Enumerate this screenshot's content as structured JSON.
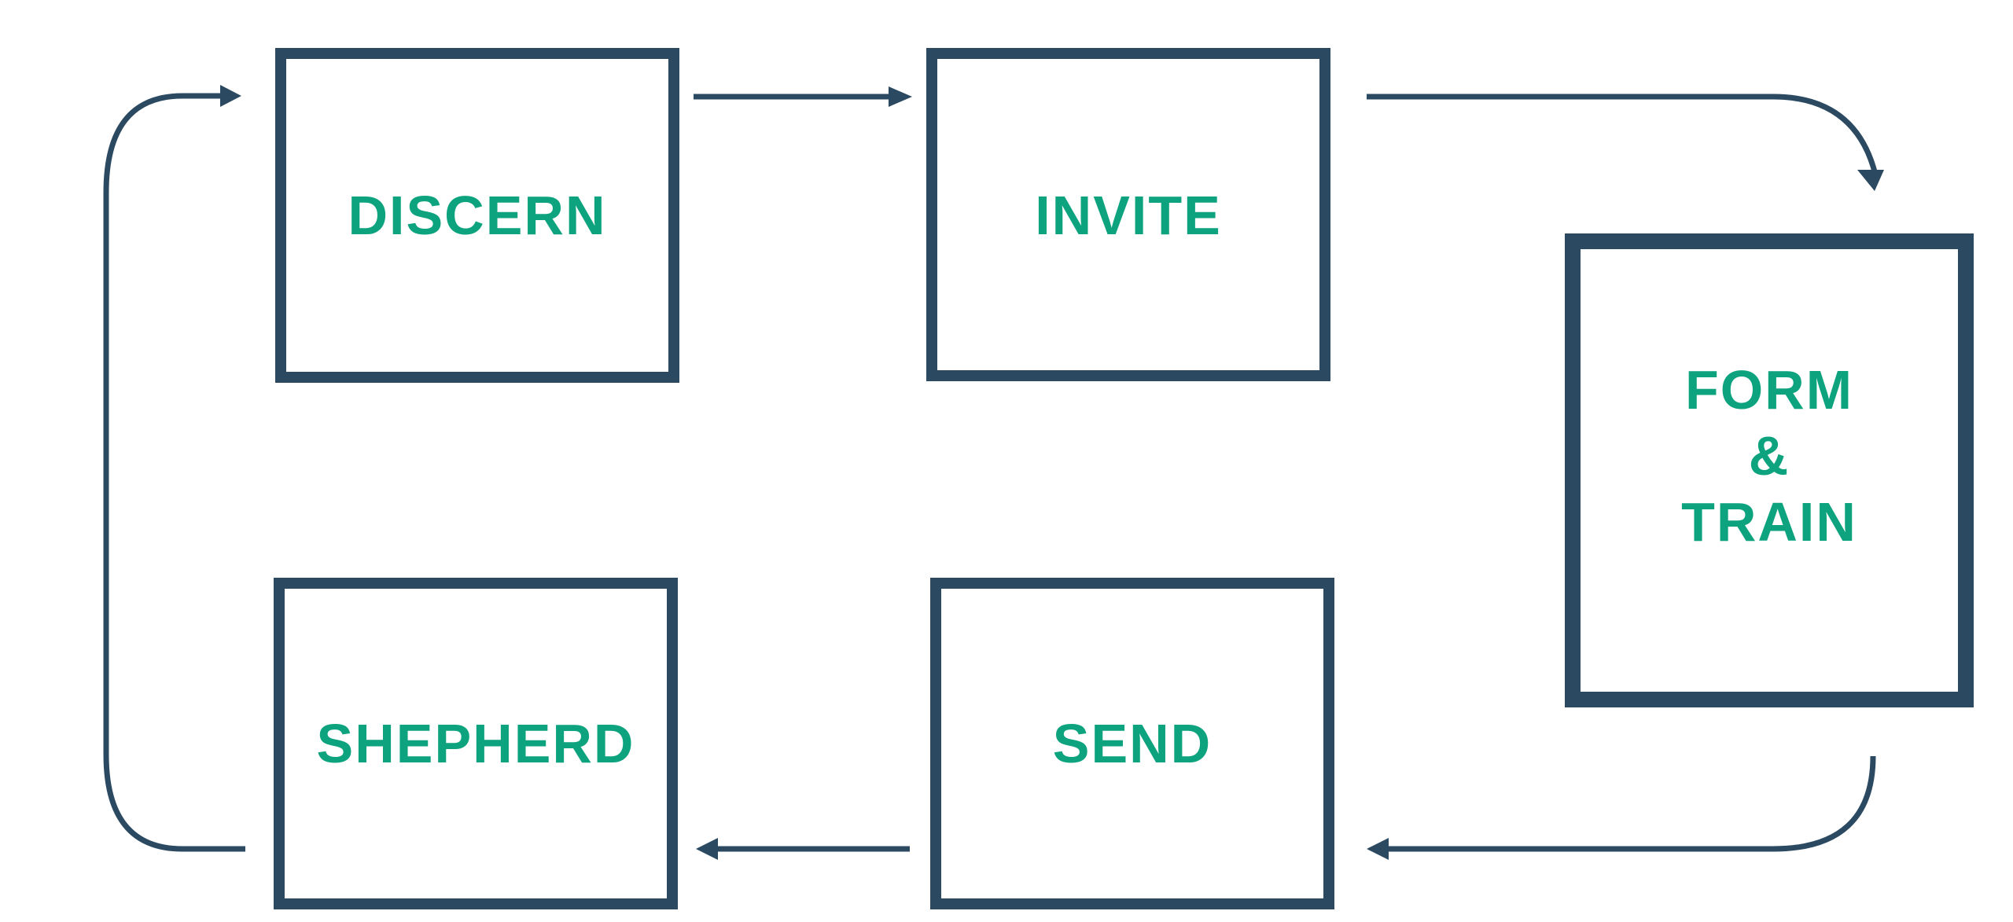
{
  "colors": {
    "box_stroke": "#2b4a62",
    "arrow": "#2b4a62",
    "label": "#0ea37f",
    "background": "#ffffff"
  },
  "steps": {
    "discern": "DISCERN",
    "invite": "INVITE",
    "form_train": [
      "FORM",
      "&",
      "TRAIN"
    ],
    "send": "SEND",
    "shepherd": "SHEPHERD"
  },
  "flow": [
    "DISCERN",
    "INVITE",
    "FORM & TRAIN",
    "SEND",
    "SHEPHERD",
    "DISCERN"
  ]
}
